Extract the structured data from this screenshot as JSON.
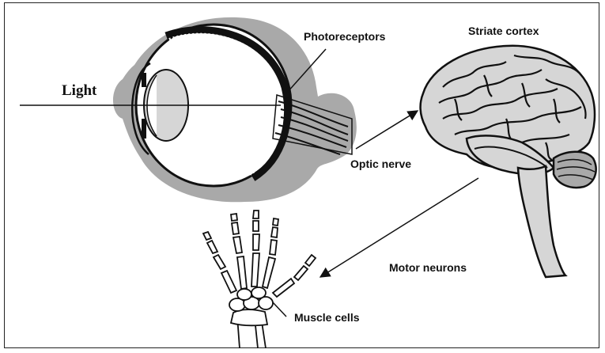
{
  "labels": {
    "light": "Light",
    "photoreceptors": "Photoreceptors",
    "striate_cortex": "Striate cortex",
    "optic_nerve": "Optic nerve",
    "motor_neurons": "Motor neurons",
    "muscle_cells": "Muscle cells"
  },
  "colors": {
    "outline": "#111111",
    "gray_fill": "#a9a9a9",
    "light_gray": "#d6d6d6",
    "background": "#ffffff"
  }
}
